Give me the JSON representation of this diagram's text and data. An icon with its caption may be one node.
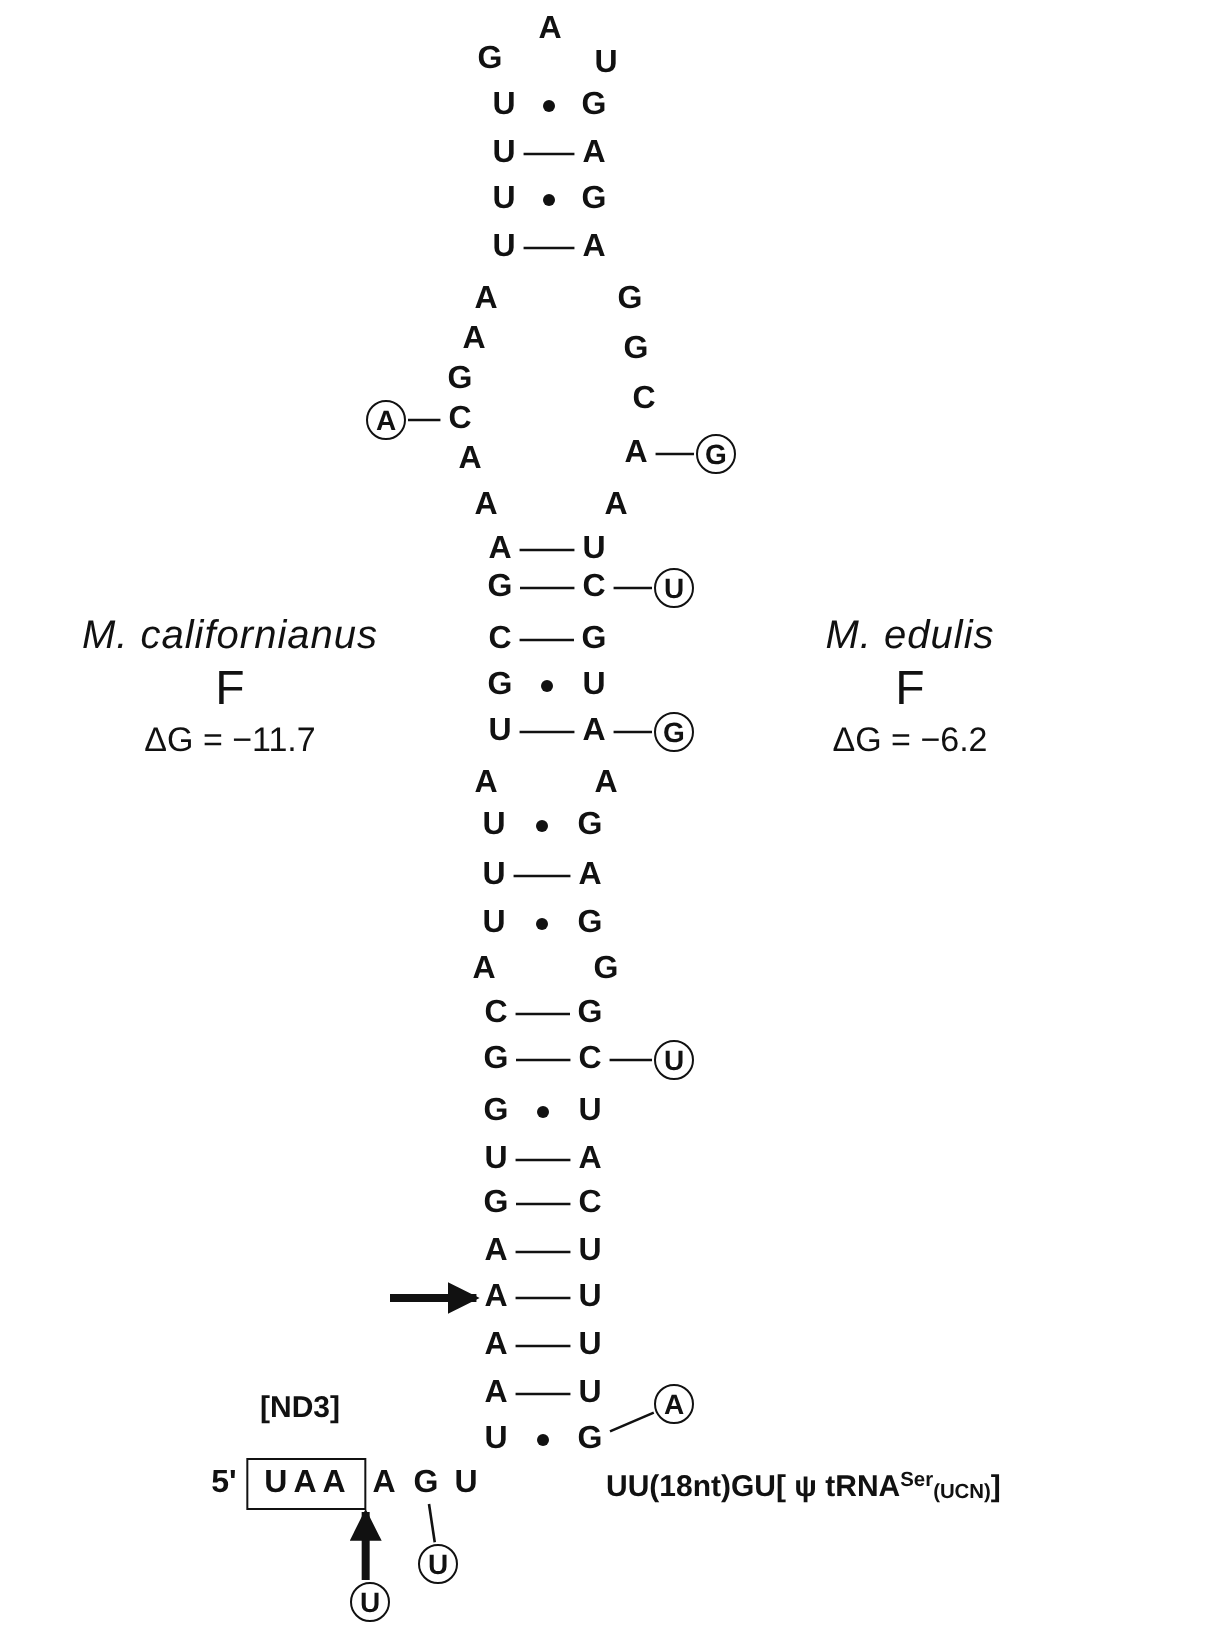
{
  "diagram": {
    "nodes": [
      {
        "text": [
          "A"
        ]
      },
      {
        "text": [
          "G"
        ]
      },
      {
        "text": [
          "U"
        ]
      },
      {
        "text": [
          "U"
        ]
      },
      {
        "text": [
          "G"
        ]
      },
      {
        "text": [
          "U"
        ]
      },
      {
        "text": [
          "A"
        ]
      },
      {
        "text": [
          "U"
        ]
      },
      {
        "text": [
          "G"
        ]
      },
      {
        "text": [
          "U"
        ]
      },
      {
        "text": [
          "A"
        ]
      },
      {
        "text": [
          "A"
        ]
      },
      {
        "text": [
          "G"
        ]
      },
      {
        "text": [
          "A"
        ]
      },
      {
        "text": [
          "G"
        ]
      },
      {
        "text": [
          "G"
        ]
      },
      {
        "text": [
          "C"
        ]
      },
      {
        "text": [
          "A"
        ]
      },
      {
        "text": [
          "C"
        ]
      },
      {
        "text": [
          "A"
        ]
      },
      {
        "text": [
          "G"
        ]
      },
      {
        "text": [
          "A"
        ]
      },
      {
        "text": [
          "A"
        ]
      },
      {
        "text": [
          "A"
        ]
      },
      {
        "text": [
          "A"
        ]
      },
      {
        "text": [
          "U"
        ]
      },
      {
        "text": [
          "G"
        ]
      },
      {
        "text": [
          "C"
        ]
      },
      {
        "text": [
          "U"
        ]
      },
      {
        "text": [
          "C"
        ]
      },
      {
        "text": [
          "G"
        ]
      },
      {
        "text": [
          "G"
        ]
      },
      {
        "text": [
          "U"
        ]
      },
      {
        "text": [
          "U"
        ]
      },
      {
        "text": [
          "A"
        ]
      },
      {
        "text": [
          "G"
        ]
      },
      {
        "text": [
          "A"
        ]
      },
      {
        "text": [
          "A"
        ]
      },
      {
        "text": [
          "U"
        ]
      },
      {
        "text": [
          "G"
        ]
      },
      {
        "text": [
          "U"
        ]
      },
      {
        "text": [
          "A"
        ]
      },
      {
        "text": [
          "U"
        ]
      },
      {
        "text": [
          "G"
        ]
      },
      {
        "text": [
          "A"
        ]
      },
      {
        "text": [
          "G"
        ]
      },
      {
        "text": [
          "C"
        ]
      },
      {
        "text": [
          "G"
        ]
      },
      {
        "text": [
          "G"
        ]
      },
      {
        "text": [
          "C"
        ]
      },
      {
        "text": [
          "U"
        ]
      },
      {
        "text": [
          "G"
        ]
      },
      {
        "text": [
          "U"
        ]
      },
      {
        "text": [
          "U"
        ]
      },
      {
        "text": [
          "A"
        ]
      },
      {
        "text": [
          "G"
        ]
      },
      {
        "text": [
          "C"
        ]
      },
      {
        "text": [
          "A"
        ]
      },
      {
        "text": [
          "U"
        ]
      },
      {
        "text": [
          "A"
        ]
      },
      {
        "text": [
          "U"
        ]
      },
      {
        "text": [
          "A"
        ]
      },
      {
        "text": [
          "U"
        ]
      },
      {
        "text": [
          "A"
        ]
      },
      {
        "text": [
          "U"
        ]
      },
      {
        "text": [
          "A"
        ]
      },
      {
        "text": [
          "U"
        ]
      },
      {
        "text": [
          "G"
        ]
      },
      {
        "text": [
          "UAA"
        ],
        "beside": [
          "[ND3]"
        ]
      },
      {
        "text": [
          "A"
        ]
      },
      {
        "text": [
          "G"
        ]
      },
      {
        "text": [
          "U"
        ]
      },
      {
        "text": [
          "U"
        ]
      },
      {
        "text": [
          "U"
        ]
      }
    ],
    "edges": [
      {
        "from": 5,
        "to": 6,
        "arrow": "none"
      },
      {
        "from": 9,
        "to": 10,
        "arrow": "none"
      },
      {
        "from": 24,
        "to": 25,
        "arrow": "none"
      },
      {
        "from": 26,
        "to": 27,
        "arrow": "none"
      },
      {
        "from": 29,
        "to": 30,
        "arrow": "none"
      },
      {
        "from": 33,
        "to": 34,
        "arrow": "none"
      },
      {
        "from": 40,
        "to": 41,
        "arrow": "none"
      },
      {
        "from": 46,
        "to": 47,
        "arrow": "none"
      },
      {
        "from": 48,
        "to": 49,
        "arrow": "none"
      },
      {
        "from": 53,
        "to": 54,
        "arrow": "none"
      },
      {
        "from": 55,
        "to": 56,
        "arrow": "none"
      },
      {
        "from": 57,
        "to": 58,
        "arrow": "none"
      },
      {
        "from": 59,
        "to": 60,
        "arrow": "none"
      },
      {
        "from": 61,
        "to": 62,
        "arrow": "none"
      },
      {
        "from": 63,
        "to": 64,
        "arrow": "none"
      },
      {
        "from": 17,
        "to": 18,
        "arrow": "none"
      },
      {
        "from": 19,
        "to": 20,
        "arrow": "none"
      },
      {
        "from": 27,
        "to": 28,
        "arrow": "none"
      },
      {
        "from": 34,
        "to": 35,
        "arrow": "none"
      },
      {
        "from": 49,
        "to": 50,
        "arrow": "none"
      },
      {
        "from": null,
        "to": 59,
        "arrow": "to",
        "style": "thick"
      },
      {
        "from": 65,
        "to": 67,
        "arrow": "none"
      },
      {
        "from": 70,
        "to": 72,
        "arrow": "none"
      },
      {
        "from": 73,
        "to": 68,
        "arrow": "to",
        "style": "thick"
      }
    ],
    "labels": [
      "M. californianus",
      "M. edulis",
      "F",
      "F",
      "ΔG = −11.7",
      "ΔG = −6.2",
      "5'",
      "UU(18nt)GU[ ψ tRNA$^{Ser}$$_{(UCN)}$]"
    ]
  }
}
